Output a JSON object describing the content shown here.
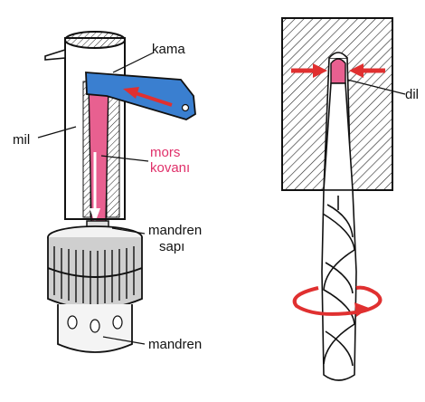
{
  "labels": {
    "kama": "kama",
    "mil": "mil",
    "mors_line1": "mors",
    "mors_line2": "kovanı",
    "mandren_sapi_line1": "mandren",
    "mandren_sapi_line2": "sapı",
    "mandren": "mandren",
    "dil": "dil"
  },
  "colors": {
    "wedge_blue": "#3a7fd0",
    "sleeve_pink": "#e86090",
    "arrow_red": "#e03030",
    "label_pink": "#e0306a",
    "line": "#111111"
  }
}
